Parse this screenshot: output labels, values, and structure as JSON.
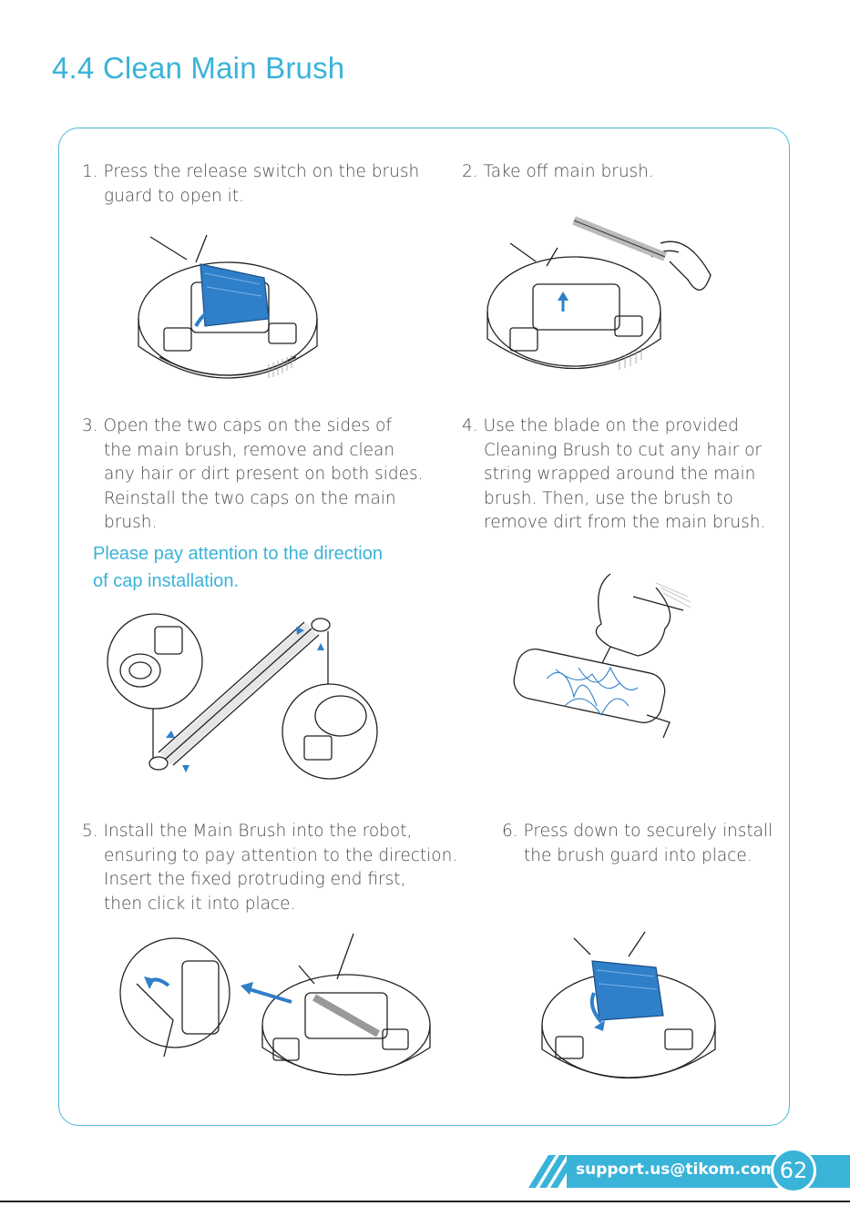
{
  "title": "4.4 Clean Main Brush",
  "steps": [
    {
      "num": "1.",
      "lines": [
        "Press the release switch on the brush",
        "guard to open it."
      ]
    },
    {
      "num": "2.",
      "lines": [
        "Take off main brush."
      ]
    },
    {
      "num": "3.",
      "lines": [
        "Open the two caps on the sides of",
        "the main brush, remove and clean",
        "any hair or dirt present on both sides.",
        "Reinstall the two caps on the main",
        "brush."
      ]
    },
    {
      "num": "4.",
      "lines": [
        "Use the blade on the provided",
        "Cleaning Brush to cut any hair or",
        "string wrapped around the main",
        "brush. Then, use the brush to",
        "remove dirt from the main brush."
      ]
    },
    {
      "num": "5.",
      "lines": [
        "Install the Main Brush into the robot,",
        "ensuring to pay attention to the direction.",
        "Insert the fixed protruding end first,",
        "then click it into place."
      ]
    },
    {
      "num": "6.",
      "lines": [
        "Press down to securely install",
        "the brush guard into place."
      ]
    }
  ],
  "note": [
    "Please pay attention to the direction",
    "of cap installation."
  ],
  "footer": {
    "email": "support.us@tikom.com",
    "page": "62"
  },
  "colors": {
    "accent": "#3ab3d9",
    "text": "#4a4a4a",
    "illustration_blue": "#2f7fc9"
  }
}
